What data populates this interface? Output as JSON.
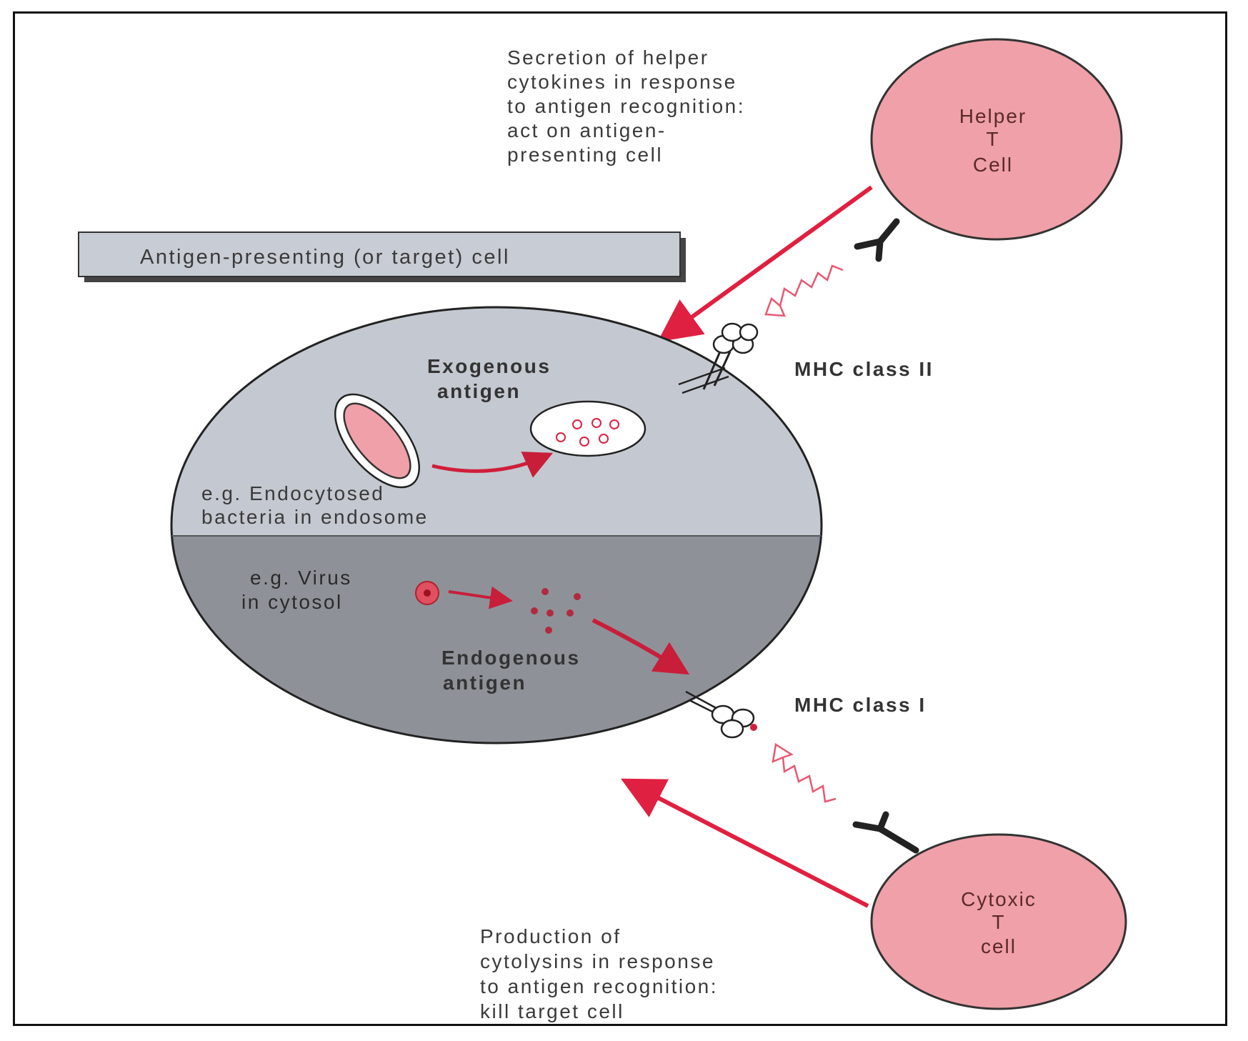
{
  "top_caption": {
    "lines": [
      "Secretion of helper",
      "cytokines in response",
      "to antigen recognition:",
      "act on antigen-",
      "presenting cell"
    ]
  },
  "bottom_caption": {
    "lines": [
      "Production of",
      "cytolysins in response",
      "to antigen recognition:",
      "kill target cell"
    ]
  },
  "helper_cell": {
    "lines": [
      "Helper",
      "T",
      "Cell"
    ]
  },
  "cytotoxic_cell": {
    "lines": [
      "Cytoxic",
      "T",
      "cell"
    ]
  },
  "apc_banner": {
    "label": "Antigen-presenting (or target) cell"
  },
  "exogenous": {
    "lines": [
      "Exogenous",
      "antigen"
    ]
  },
  "endocytosed": {
    "lines": [
      "e.g. Endocytosed",
      "bacteria in endosome"
    ]
  },
  "virus": {
    "lines": [
      "e.g. Virus",
      "in cytosol"
    ]
  },
  "endogenous": {
    "lines": [
      "Endogenous",
      "antigen"
    ]
  },
  "mhc2": {
    "label": "MHC class II"
  },
  "mhc1": {
    "label": "MHC class I"
  },
  "colors": {
    "cell_pink": "#f0a0a8",
    "arrow_red": "#e02040",
    "apc_upper": "#c4c8d0",
    "apc_lower": "#8e9298",
    "banner": "#c8ccd4"
  }
}
